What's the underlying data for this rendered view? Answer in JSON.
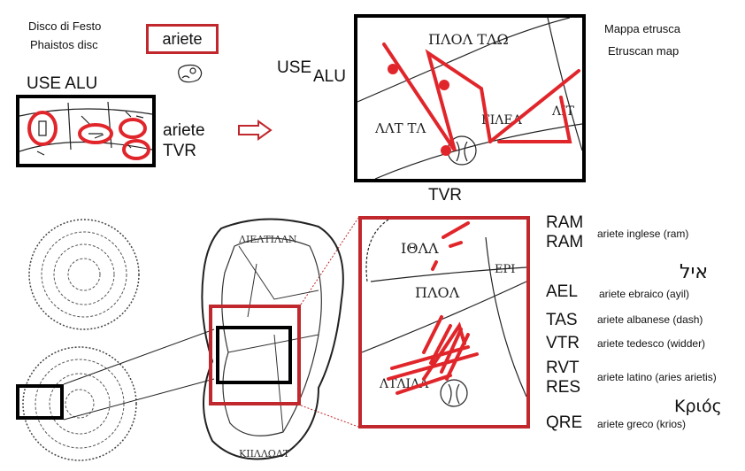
{
  "top_left": {
    "title_it": "Disco di Festo",
    "title_en": "Phaistos disc",
    "word_box": "ariete",
    "use_alu": "USE ALU",
    "ariete": "ariete",
    "tvr": "TVR"
  },
  "top_right": {
    "use": "USE",
    "alu": "ALU",
    "title_it": "Mappa etrusca",
    "title_en": "Etruscan map",
    "tvr": "TVR"
  },
  "legend": [
    {
      "code": "RAM",
      "gloss": ""
    },
    {
      "code": "RAM",
      "gloss": "ariete inglese (ram)"
    },
    {
      "code": "",
      "gloss": "איל"
    },
    {
      "code": "AEL",
      "gloss": "ariete ebraico (ayil)"
    },
    {
      "code": "TAS",
      "gloss": "ariete albanese (dash)"
    },
    {
      "code": "VTR",
      "gloss": "ariete tedesco (widder)"
    },
    {
      "code": "RVT",
      "gloss": "ariete latino (aries arietis)"
    },
    {
      "code": "RES",
      "gloss": ""
    },
    {
      "code": "",
      "gloss": "Κριός"
    },
    {
      "code": "QRE",
      "gloss": "ariete greco (krios)"
    }
  ],
  "colors": {
    "accent_red": "#c0282d",
    "line_red": "#e0262b",
    "frame": "#000000"
  },
  "icons": [
    "ram-head-icon",
    "arrow-right-icon"
  ]
}
